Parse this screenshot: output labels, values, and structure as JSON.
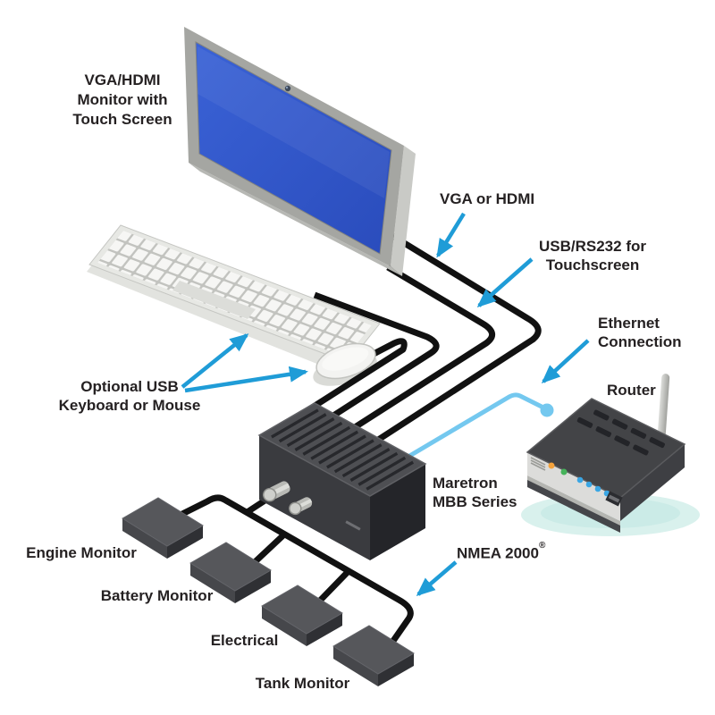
{
  "colors": {
    "background": "#ffffff",
    "arrow_blue": "#1f9cd7",
    "ethernet_blue": "#74c8ef",
    "cable_black": "#111111",
    "screen_blue": "#2d54c6",
    "text": "#252122",
    "device_gray_top": "#56575b",
    "device_gray_left": "#46474b",
    "device_gray_right": "#2f3034"
  },
  "labels": {
    "monitor": {
      "line1": "VGA/HDMI",
      "line2": "Monitor with",
      "line3": "Touch Screen"
    },
    "vga": "VGA or HDMI",
    "usb": {
      "line1": "USB/RS232 for",
      "line2": "Touchscreen"
    },
    "ethernet": {
      "line1": "Ethernet",
      "line2": "Connection"
    },
    "router": "Router",
    "keyboard_mouse": {
      "line1": "Optional USB",
      "line2": "Keyboard or Mouse"
    },
    "mbb": {
      "line1": "Maretron",
      "line2": "MBB Series"
    },
    "nmea": {
      "text": "NMEA 2000",
      "reg": "®"
    },
    "engine": "Engine Monitor",
    "battery": "Battery Monitor",
    "electrical": "Electrical",
    "tank": "Tank Monitor"
  },
  "connections": [
    {
      "from": "VGA/HDMI Monitor with Touch Screen",
      "to": "Maretron MBB Series",
      "via": "VGA or HDMI"
    },
    {
      "from": "VGA/HDMI Monitor with Touch Screen",
      "to": "Maretron MBB Series",
      "via": "USB/RS232 for Touchscreen"
    },
    {
      "from": "Optional USB Keyboard or Mouse",
      "to": "Maretron MBB Series",
      "via": "USB"
    },
    {
      "from": "Maretron MBB Series",
      "to": "Router",
      "via": "Ethernet Connection"
    },
    {
      "from": "Maretron MBB Series",
      "to": "Engine Monitor, Battery Monitor, Electrical, Tank Monitor",
      "via": "NMEA 2000®"
    }
  ]
}
